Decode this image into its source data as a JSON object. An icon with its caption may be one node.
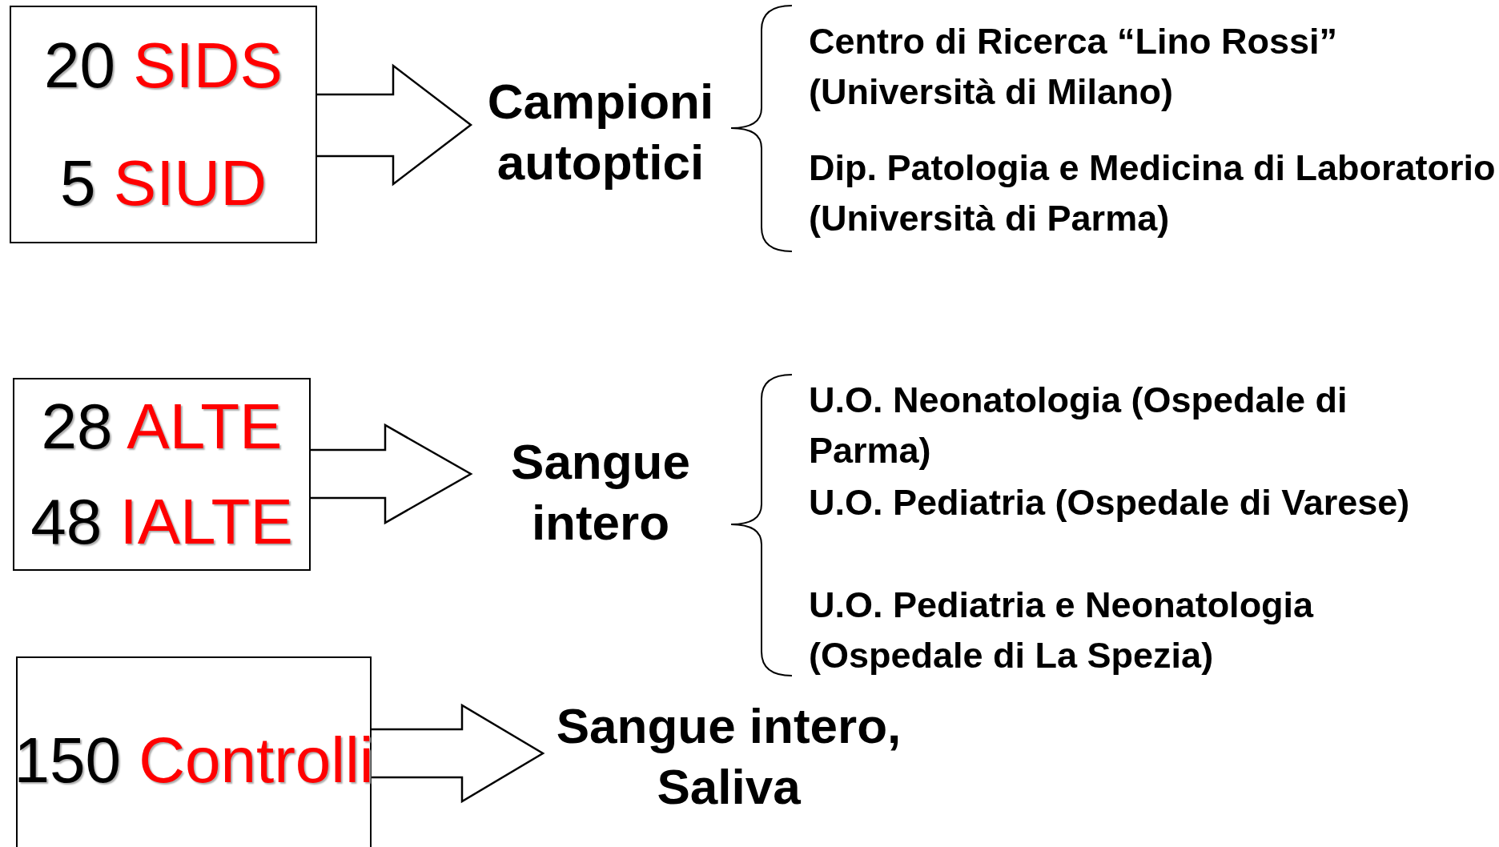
{
  "diagram": {
    "nodes": [
      {
        "text": [
          "20 SIDS",
          "5 SIUD"
        ]
      },
      {
        "text": [
          "Campioni autoptici"
        ]
      },
      {
        "text": [
          "28 ALTE",
          "48 IALTE"
        ]
      },
      {
        "text": [
          "Sangue intero"
        ]
      },
      {
        "text": [
          "150 Controlli"
        ]
      },
      {
        "text": [
          "Sangue intero, Saliva"
        ]
      }
    ],
    "edges": [
      {
        "from": 0,
        "to": 1,
        "arrow": "to"
      },
      {
        "from": 2,
        "to": 3,
        "arrow": "to"
      },
      {
        "from": 4,
        "to": 5,
        "arrow": "to"
      }
    ],
    "labels": [
      "Centro di Ricerca “Lino Rossi” (Università di Milano)",
      "Dip. Patologia e Medicina di Laboratorio (Università di Parma)",
      "U.O. Neonatologia (Ospedale di Parma)",
      "U.O. Pediatria (Ospedale di Varese)",
      "U.O. Pediatria e Neonatologia (Ospedale di La Spezia)"
    ]
  }
}
